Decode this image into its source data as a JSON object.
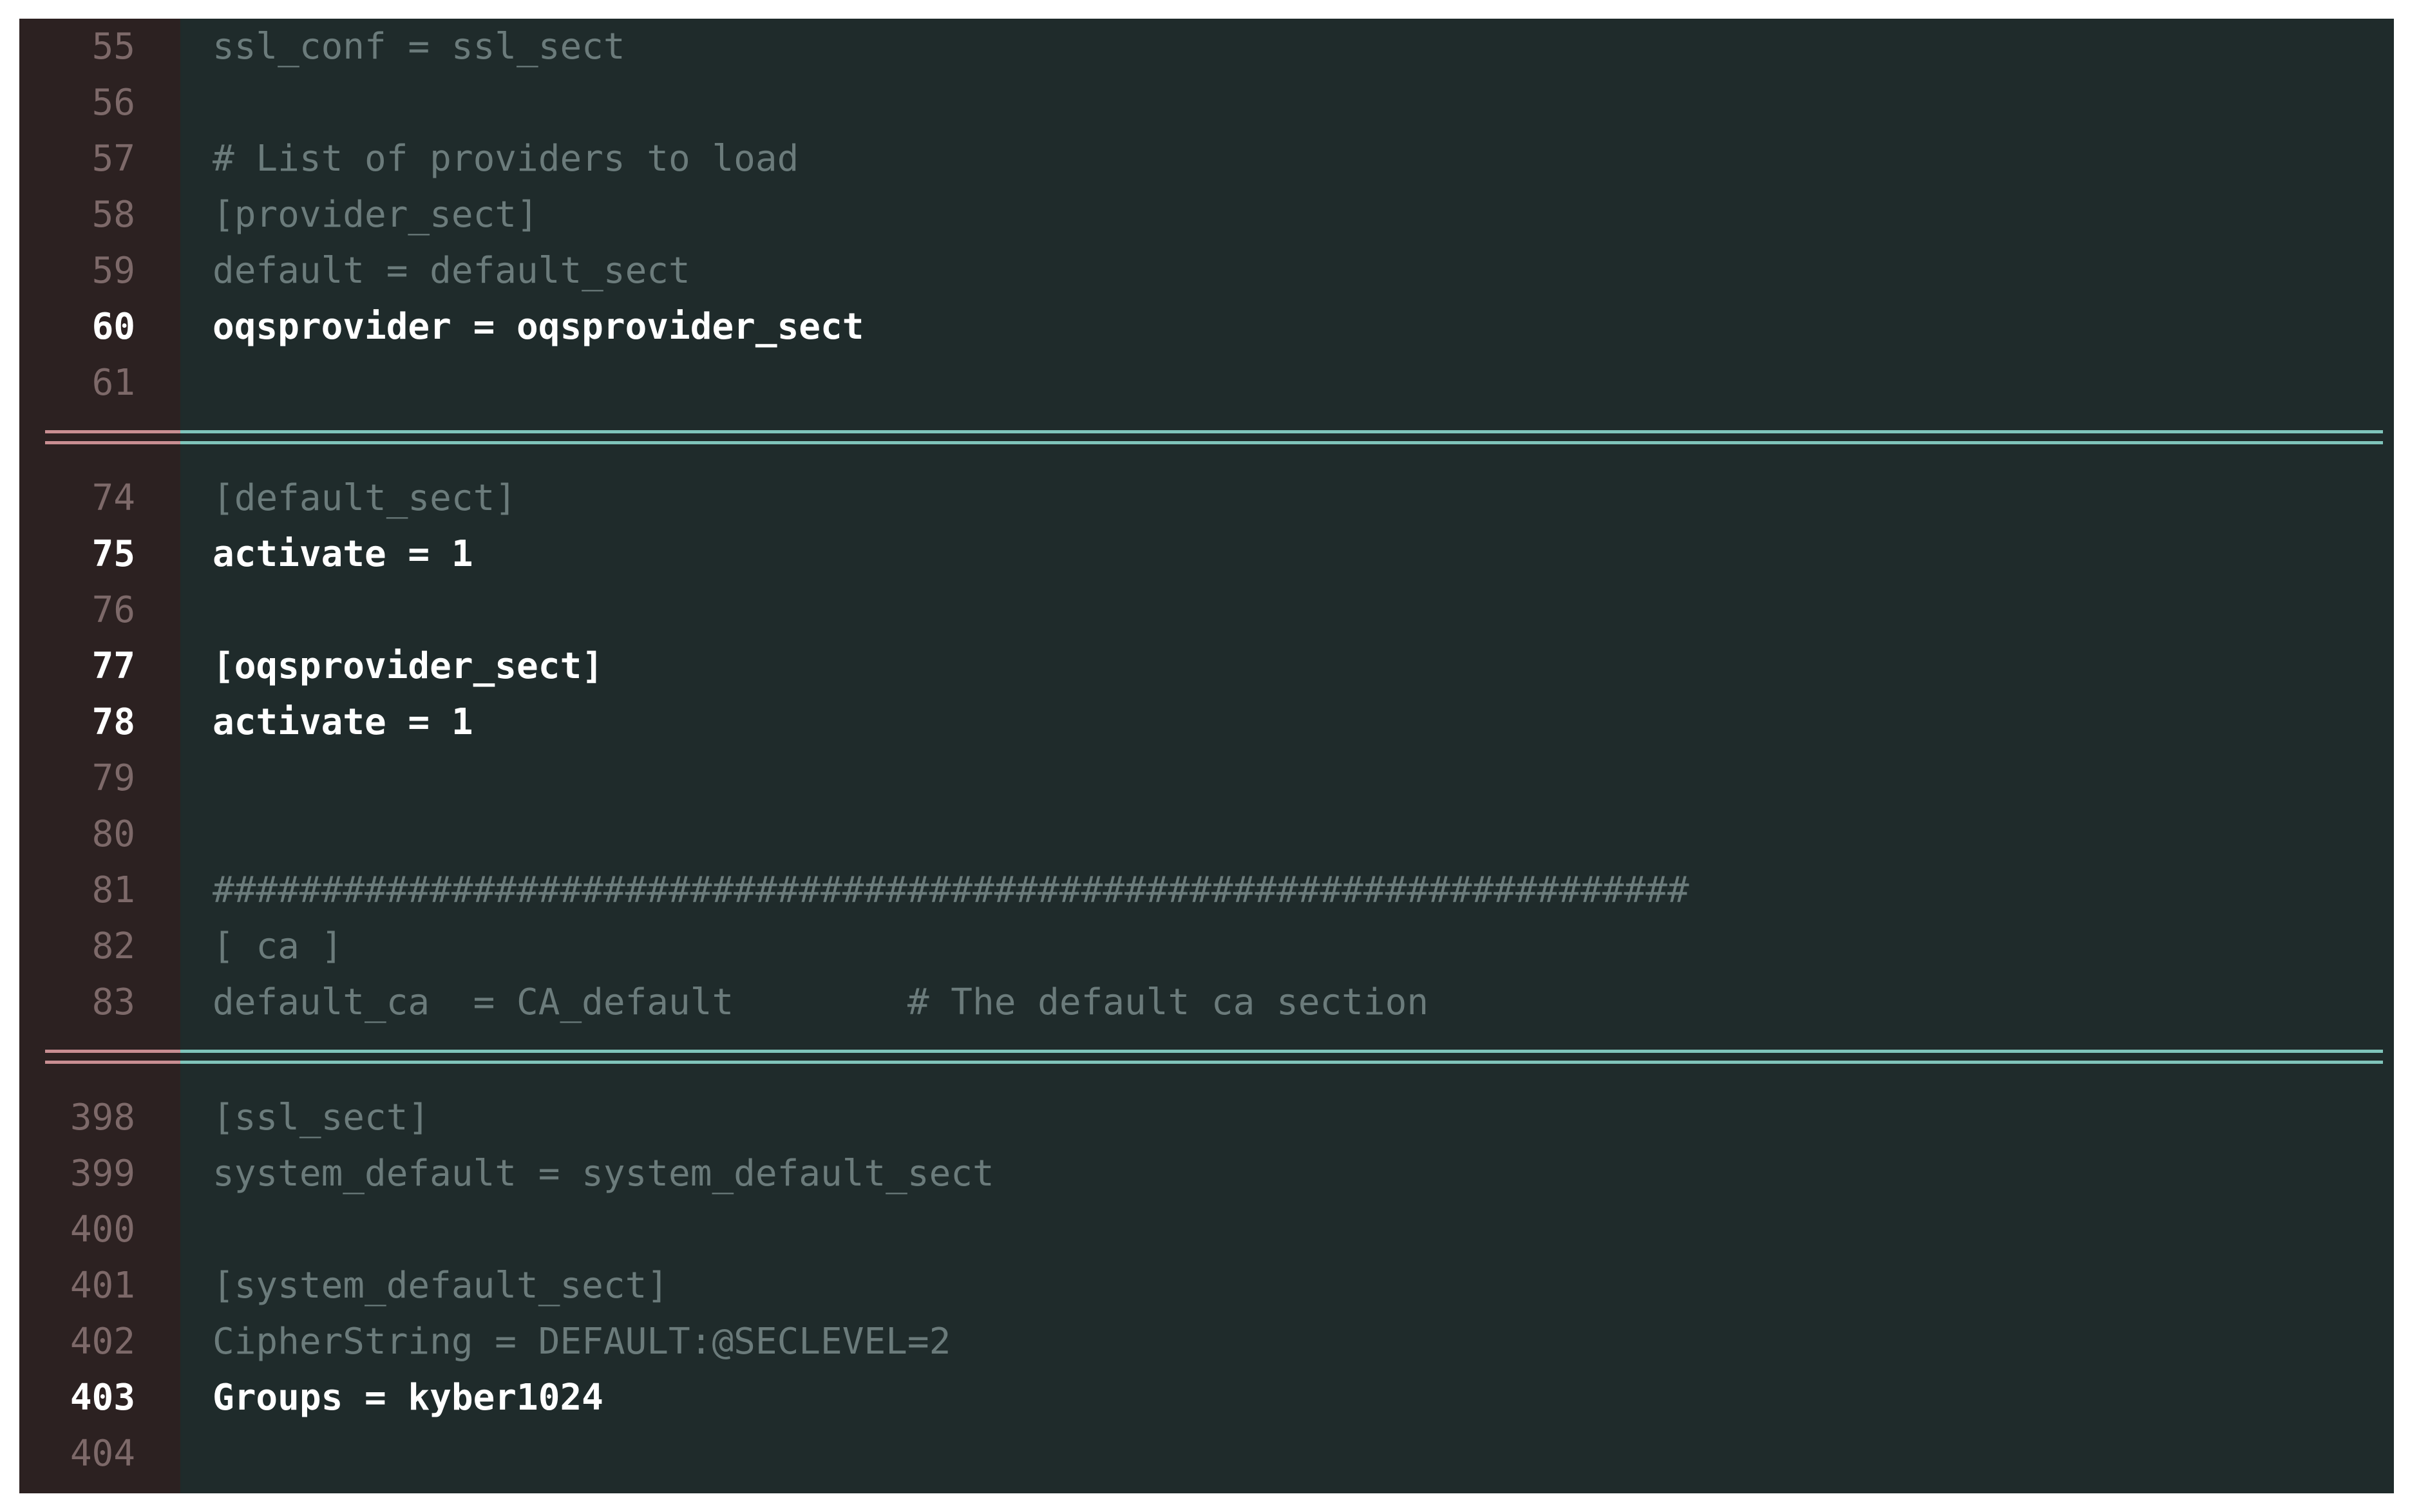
{
  "blocks": [
    {
      "lines": [
        {
          "num": "55",
          "text": "ssl_conf = ssl_sect",
          "changed": false
        },
        {
          "num": "56",
          "text": "",
          "changed": false
        },
        {
          "num": "57",
          "text": "# List of providers to load",
          "changed": false
        },
        {
          "num": "58",
          "text": "[provider_sect]",
          "changed": false
        },
        {
          "num": "59",
          "text": "default = default_sect",
          "changed": false
        },
        {
          "num": "60",
          "text": "oqsprovider = oqsprovider_sect",
          "changed": true
        },
        {
          "num": "61",
          "text": "",
          "changed": false
        }
      ]
    },
    {
      "lines": [
        {
          "num": "74",
          "text": "[default_sect]",
          "changed": false
        },
        {
          "num": "75",
          "text": "activate = 1",
          "changed": true
        },
        {
          "num": "76",
          "text": "",
          "changed": false
        },
        {
          "num": "77",
          "text": "[oqsprovider_sect]",
          "changed": true
        },
        {
          "num": "78",
          "text": "activate = 1",
          "changed": true
        },
        {
          "num": "79",
          "text": "",
          "changed": false
        },
        {
          "num": "80",
          "text": "",
          "changed": false
        },
        {
          "num": "81",
          "text": "####################################################################",
          "changed": false
        },
        {
          "num": "82",
          "text": "[ ca ]",
          "changed": false
        },
        {
          "num": "83",
          "text": "default_ca  = CA_default        # The default ca section",
          "changed": false
        }
      ]
    },
    {
      "lines": [
        {
          "num": "398",
          "text": "[ssl_sect]",
          "changed": false
        },
        {
          "num": "399",
          "text": "system_default = system_default_sect",
          "changed": false
        },
        {
          "num": "400",
          "text": "",
          "changed": false
        },
        {
          "num": "401",
          "text": "[system_default_sect]",
          "changed": false
        },
        {
          "num": "402",
          "text": "CipherString = DEFAULT:@SECLEVEL=2",
          "changed": false
        },
        {
          "num": "403",
          "text": "Groups = kyber1024",
          "changed": true
        },
        {
          "num": "404",
          "text": "",
          "changed": false
        }
      ]
    }
  ]
}
